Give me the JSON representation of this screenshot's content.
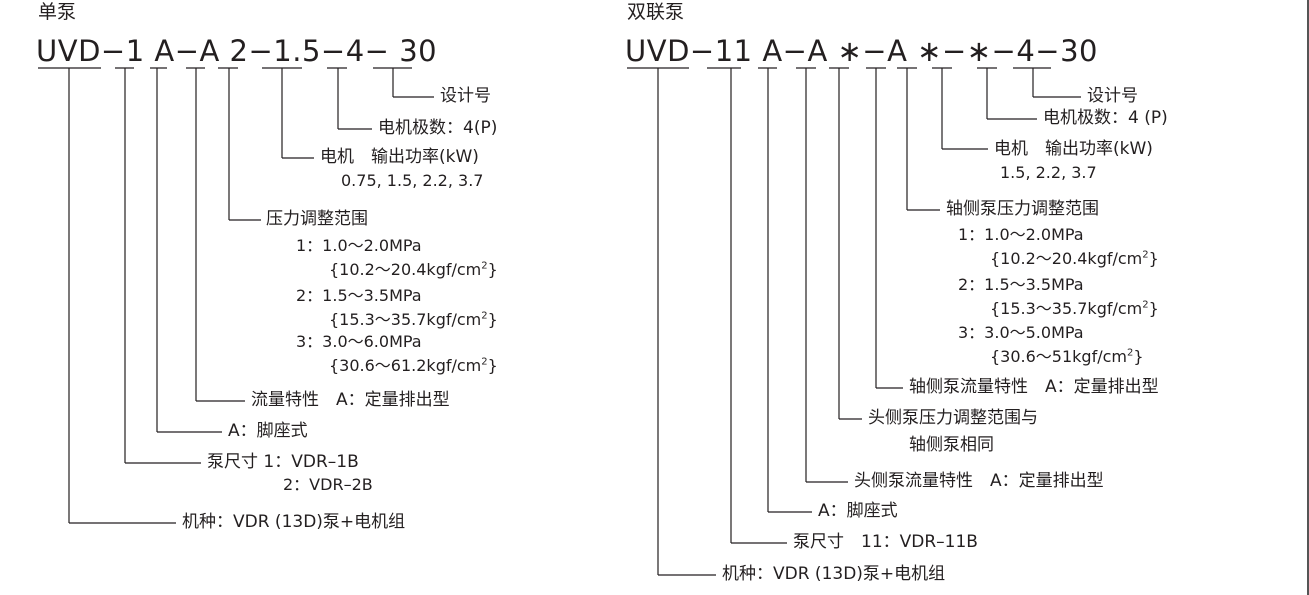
{
  "single": {
    "title": "单泵",
    "code": "UVD−1 A−A 2−1.5−4− 30",
    "design_no": "设计号",
    "motor_poles": "电机极数：4(P)",
    "motor_power": "电机　输出功率(kW)",
    "motor_power_values": "0.75, 1.5, 2.2, 3.7",
    "pressure_title": "压力调整范围",
    "pressure_1": "1：1.0〜2.0MPa",
    "pressure_1_kgf": "{10.2〜20.4kgf/cm",
    "pressure_2": "2：1.5〜3.5MPa",
    "pressure_2_kgf": "{15.3〜35.7kgf/cm",
    "pressure_3": "3：3.0〜6.0MPa",
    "pressure_3_kgf": "{30.6〜61.2kgf/cm",
    "flow": "流量特性　A：定量排出型",
    "mount": "A：脚座式",
    "size_1": "泵尺寸 1：VDR–1B",
    "size_2": "2：VDR–2B",
    "model": "机种：VDR (13D)泵+电机组"
  },
  "double": {
    "title": "双联泵",
    "code": "UVD−11 A−A ∗−A ∗−∗−4−30",
    "design_no": "设计号",
    "motor_poles": "电机极数：4 (P)",
    "motor_power": "电机　输出功率(kW)",
    "motor_power_values": "1.5, 2.2, 3.7",
    "pressure_title": "轴侧泵压力调整范围",
    "pressure_1": "1：1.0〜2.0MPa",
    "pressure_1_kgf": "{10.2〜20.4kgf/cm",
    "pressure_2": "2：1.5〜3.5MPa",
    "pressure_2_kgf": "{15.3〜35.7kgf/cm",
    "pressure_3": "3：3.0〜5.0MPa",
    "pressure_3_kgf": "{30.6〜51kgf/cm",
    "shaft_flow": "轴侧泵流量特性　A：定量排出型",
    "head_pressure_1": "头侧泵压力调整范围与",
    "head_pressure_2": "轴侧泵相同",
    "head_flow": "头侧泵流量特性　A：定量排出型",
    "mount": "A：脚座式",
    "size": "泵尺寸　11：VDR–11B",
    "model": "机种：VDR (13D)泵+电机组"
  },
  "superscript": "2",
  "close_brace": "}"
}
